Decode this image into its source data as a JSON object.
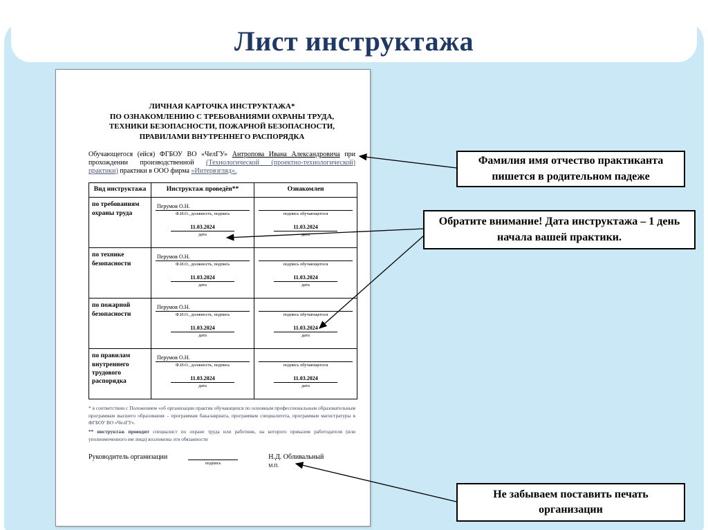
{
  "slide": {
    "title": "Лист инструктажа"
  },
  "colors": {
    "background": "#cbe8f6",
    "title": "#1f3864",
    "callout_border": "#000000"
  },
  "document": {
    "title_lines": [
      "ЛИЧНАЯ КАРТОЧКА ИНСТРУКТАЖА*",
      "ПО ОЗНАКОМЛЕНИЮ С ТРЕБОВАНИЯМИ ОХРАНЫ ТРУДА,",
      "ТЕХНИКИ БЕЗОПАСНОСТИ, ПОЖАРНОЙ БЕЗОПАСНОСТИ,",
      "ПРАВИЛАМИ ВНУТРЕННЕГО РАСПОРЯДКА"
    ],
    "intro": {
      "lead": "Обучающегося (ейся) ФГБОУ ВО «ЧелГУ» ",
      "student_name": "Антропова Ивана Александровича",
      "middle": " при прохождении производственной ",
      "practice_type": "(Технологической (проектно-технологической) практики)",
      "tail": " практики в ООО фирма ",
      "organization": "«Интервзгляд»."
    },
    "table": {
      "headers": [
        "Вид инструктажа",
        "Инструктаж проведён**",
        "Ознакомлен"
      ],
      "rows": [
        {
          "label": "по требованиям охраны труда",
          "instructor": "Перумов О.Н.",
          "conducted_caption": "Ф.И.О., должность, подпись",
          "conducted_date": "11.03.2024",
          "date_caption": "дата",
          "sign_caption": "подпись обучающегося",
          "ack_date": "11.03.2024"
        },
        {
          "label": "по технике безопасности",
          "instructor": "Перумов О.Н.",
          "conducted_caption": "Ф.И.О., должность, подпись",
          "conducted_date": "11.03.2024",
          "date_caption": "дата",
          "sign_caption": "подпись обучающегося",
          "ack_date": "11.03.2024"
        },
        {
          "label": "по пожарной безопасности",
          "instructor": "Перумов О.Н.",
          "conducted_caption": "Ф.И.О., должность, подпись",
          "conducted_date": "11.03.2024",
          "date_caption": "дата",
          "sign_caption": "подпись обучающегося",
          "ack_date": "11.03.2024"
        },
        {
          "label": "по правилам внутреннего трудового распорядка",
          "instructor": "Перумов О.Н.",
          "conducted_caption": "Ф.И.О., должность, подпись",
          "conducted_date": "11.03.2024",
          "date_caption": "дата",
          "sign_caption": "подпись обучающегося",
          "ack_date": "11.03.2024"
        }
      ]
    },
    "footnotes": {
      "first": "* в соответствии с Положением «об организации практик обучающихся по основным профессиональным образовательным программам высшего образования – программам бакалавриата, программам специалитета, программам магистратуры в ФГБОУ ВО «ЧелГУ».",
      "second_lead": "** инструктаж проводит",
      "second_rest": " специалист по охране труда или работник, на которого приказом работодателя (или уполномоченного им лица) возложены эти обязанности"
    },
    "signature": {
      "label": "Руководитель организации",
      "sign_caption": "подпись",
      "head_name": "Н.Д. Обливальный",
      "stamp": "М.П."
    }
  },
  "callouts": {
    "name_note": "Фамилия имя отчество практиканта пишется в родительном падеже",
    "date_note": "Обратите внимание! Дата инструктажа – 1 день начала вашей практики.",
    "stamp_note": "Не забываем поставить печать организации"
  }
}
